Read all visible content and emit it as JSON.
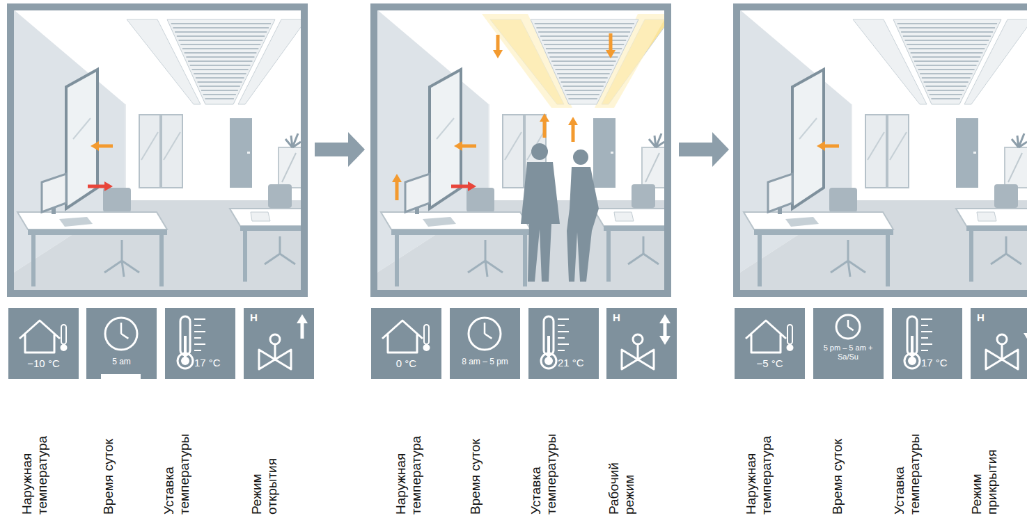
{
  "diagram": {
    "nodes": [
      {
        "text": [
          "−10 °C",
          "Наружная температура"
        ]
      },
      {
        "text": [
          "5 am",
          "Время суток"
        ]
      },
      {
        "text": [
          "17 °C",
          "Уставка температуры"
        ]
      },
      {
        "text": [
          "H",
          "Режим открытия"
        ]
      },
      {
        "text": [
          "0 °C",
          "Наружная температура"
        ]
      },
      {
        "text": [
          "8 am – 5 pm",
          "Время суток"
        ]
      },
      {
        "text": [
          "21 °C",
          "Уставка температуры"
        ]
      },
      {
        "text": [
          "H",
          "Рабочий режим"
        ]
      },
      {
        "text": [
          "−5 °C",
          "Наружная температура"
        ]
      },
      {
        "text": [
          "5 pm – 5 am + Sa/Su",
          "Время суток"
        ]
      },
      {
        "text": [
          "17 °C",
          "Уставка температуры"
        ]
      },
      {
        "text": [
          "H",
          "Режим прикрытия"
        ]
      }
    ]
  }
}
